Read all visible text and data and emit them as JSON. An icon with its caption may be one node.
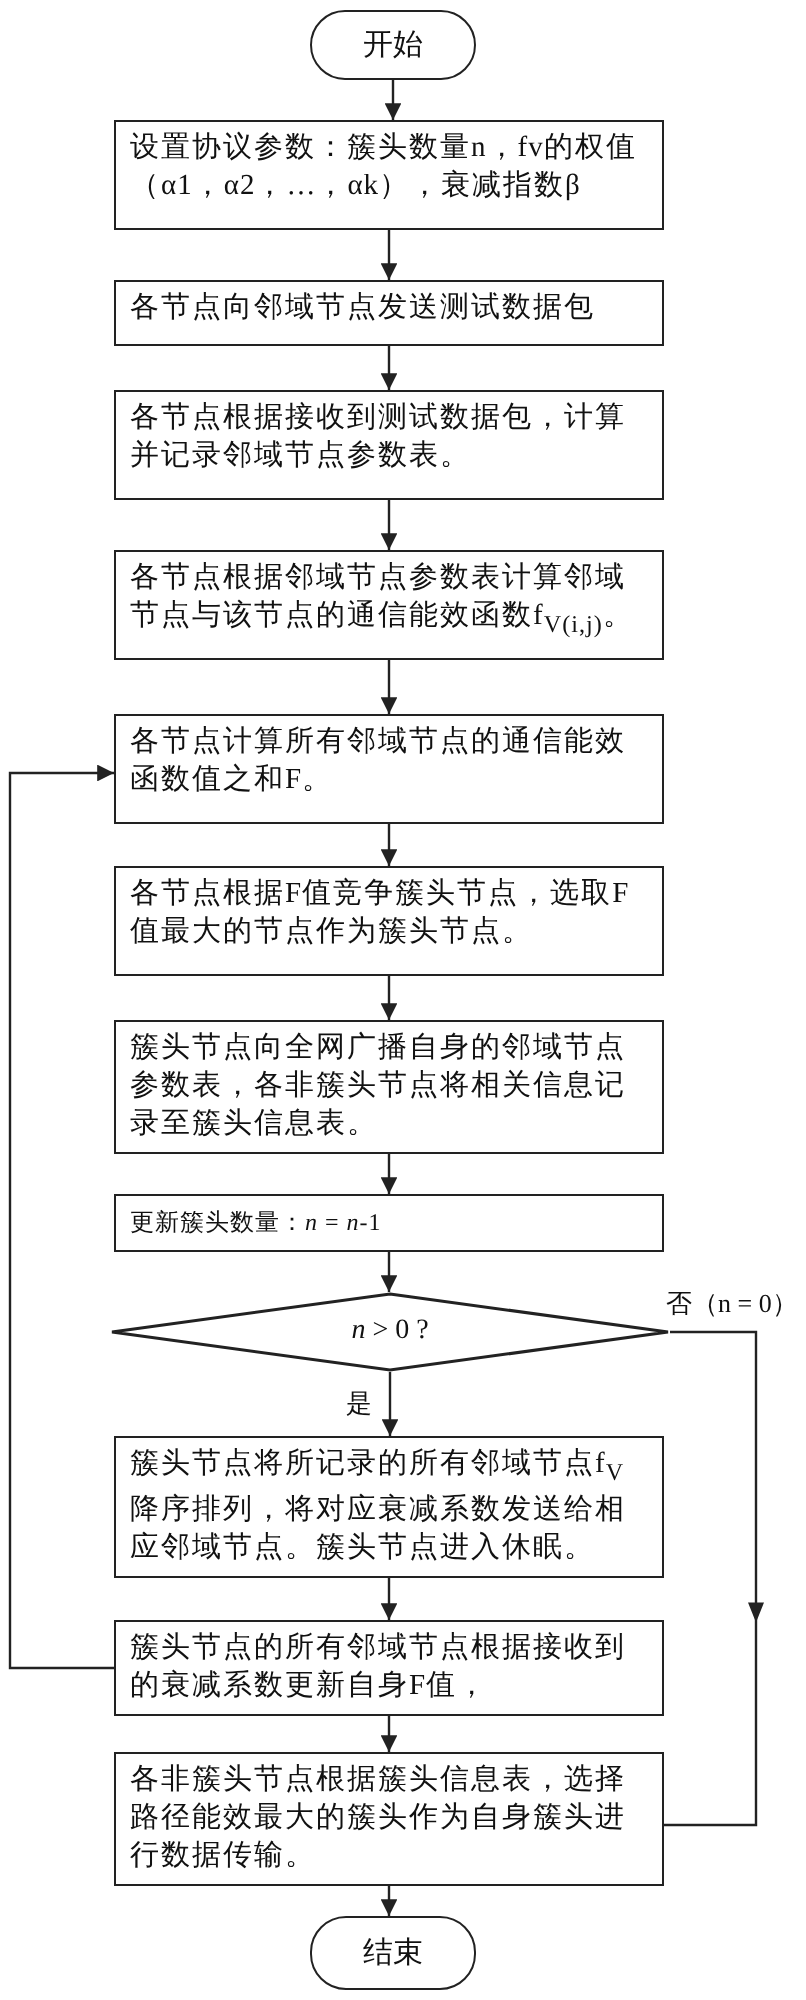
{
  "diagram": {
    "nodes": [
      {
        "text": [
          "开始"
        ]
      },
      {
        "text": [
          "设置协议参数：簇头数量n，fv的权值（α1，α2，…，αk），衰减指数β"
        ]
      },
      {
        "text": [
          "各节点向邻域节点发送测试数据包"
        ]
      },
      {
        "text": [
          "各节点根据接收到测试数据包，计算并记录邻域节点参数表。"
        ]
      },
      {
        "text": [
          "各节点根据邻域节点参数表计算邻域节点与该节点的通信能效函数f$_{V(i,j)}$。"
        ]
      },
      {
        "text": [
          "各节点计算所有邻域节点的通信能效函数值之和F。"
        ]
      },
      {
        "text": [
          "各节点根据F值竞争簇头节点，选取F值最大的节点作为簇头节点。"
        ]
      },
      {
        "text": [
          "簇头节点向全网广播自身的邻域节点参数表，各非簇头节点将相关信息记录至簇头信息表。"
        ]
      },
      {
        "text": [
          "更新簇头数量：*n* = *n*-1"
        ]
      },
      {
        "text": [
          "*n* > 0 ?"
        ]
      },
      {
        "text": [
          "簇头节点将所记录的所有邻域节点f$_{V}$降序排列，将对应衰减系数发送给相应邻域节点。簇头节点进入休眠。"
        ]
      },
      {
        "text": [
          "簇头节点的所有邻域节点根据接收到的衰减系数更新自身F值，"
        ]
      },
      {
        "text": [
          "各非簇头节点根据簇头信息表，选择路径能效最大的簇头作为自身簇头进行数据传输。"
        ]
      },
      {
        "text": [
          "结束"
        ]
      }
    ],
    "edges": [
      {
        "from": 0,
        "to": 1,
        "arrow": "to"
      },
      {
        "from": 1,
        "to": 2,
        "arrow": "to"
      },
      {
        "from": 2,
        "to": 3,
        "arrow": "to"
      },
      {
        "from": 3,
        "to": 4,
        "arrow": "to"
      },
      {
        "from": 4,
        "to": 5,
        "arrow": "to"
      },
      {
        "from": 5,
        "to": 6,
        "arrow": "to"
      },
      {
        "from": 6,
        "to": 7,
        "arrow": "to"
      },
      {
        "from": 7,
        "to": 8,
        "arrow": "to"
      },
      {
        "from": 8,
        "to": 9,
        "arrow": "to"
      },
      {
        "from": 9,
        "to": 10,
        "arrow": "to",
        "label": "是"
      },
      {
        "from": 9,
        "to": 12,
        "arrow": "to",
        "label": "否（n = 0）"
      },
      {
        "from": 10,
        "to": 11,
        "arrow": "to"
      },
      {
        "from": 11,
        "to": 12,
        "arrow": "to"
      },
      {
        "from": 12,
        "to": 13,
        "arrow": "to"
      },
      {
        "from": 11,
        "to": 5,
        "arrow": "to"
      }
    ]
  }
}
